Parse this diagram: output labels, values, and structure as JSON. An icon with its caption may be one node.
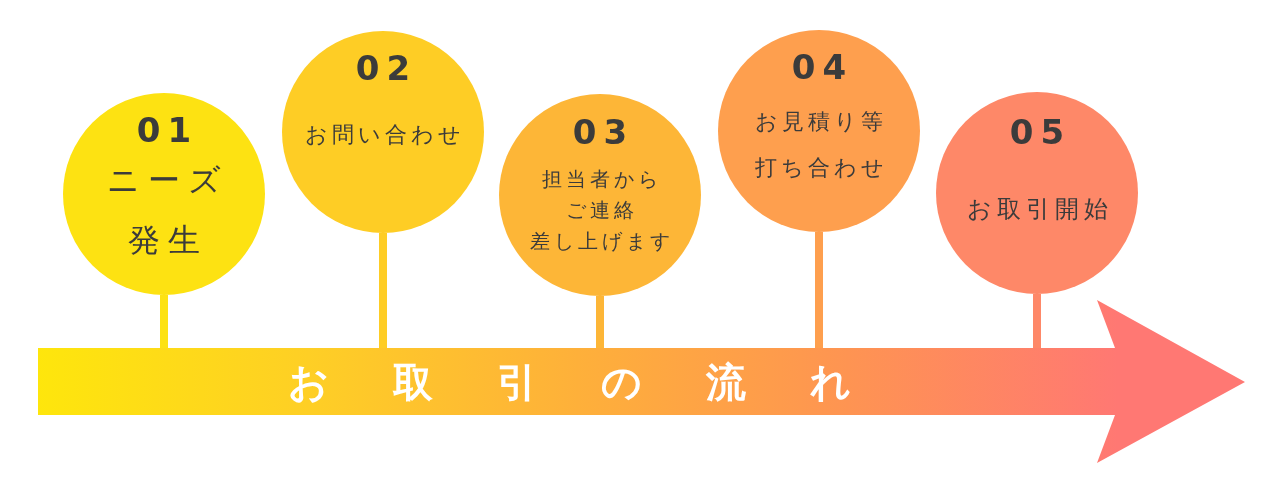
{
  "diagram": {
    "nodes": [
      {
        "text": [
          "01",
          "ニーズ発生"
        ]
      },
      {
        "text": [
          "02",
          "お問い合わせ"
        ]
      },
      {
        "text": [
          "03",
          "担当者からご連絡差し上げます"
        ]
      },
      {
        "text": [
          "04",
          "お見積り等打ち合わせ"
        ]
      },
      {
        "text": [
          "05",
          "お取引開始"
        ]
      },
      {
        "text": [
          "お取引の流れ"
        ]
      }
    ],
    "edges": [
      {
        "from": 0,
        "to": 5,
        "arrow": "none",
        "color": "#fde212"
      },
      {
        "from": 1,
        "to": 5,
        "arrow": "none",
        "color": "#fecd25"
      },
      {
        "from": 2,
        "to": 5,
        "arrow": "none",
        "color": "#fdb637"
      },
      {
        "from": 3,
        "to": 5,
        "arrow": "none",
        "color": "#fe9f4e"
      },
      {
        "from": 4,
        "to": 5,
        "arrow": "none",
        "color": "#fe8868"
      }
    ]
  }
}
